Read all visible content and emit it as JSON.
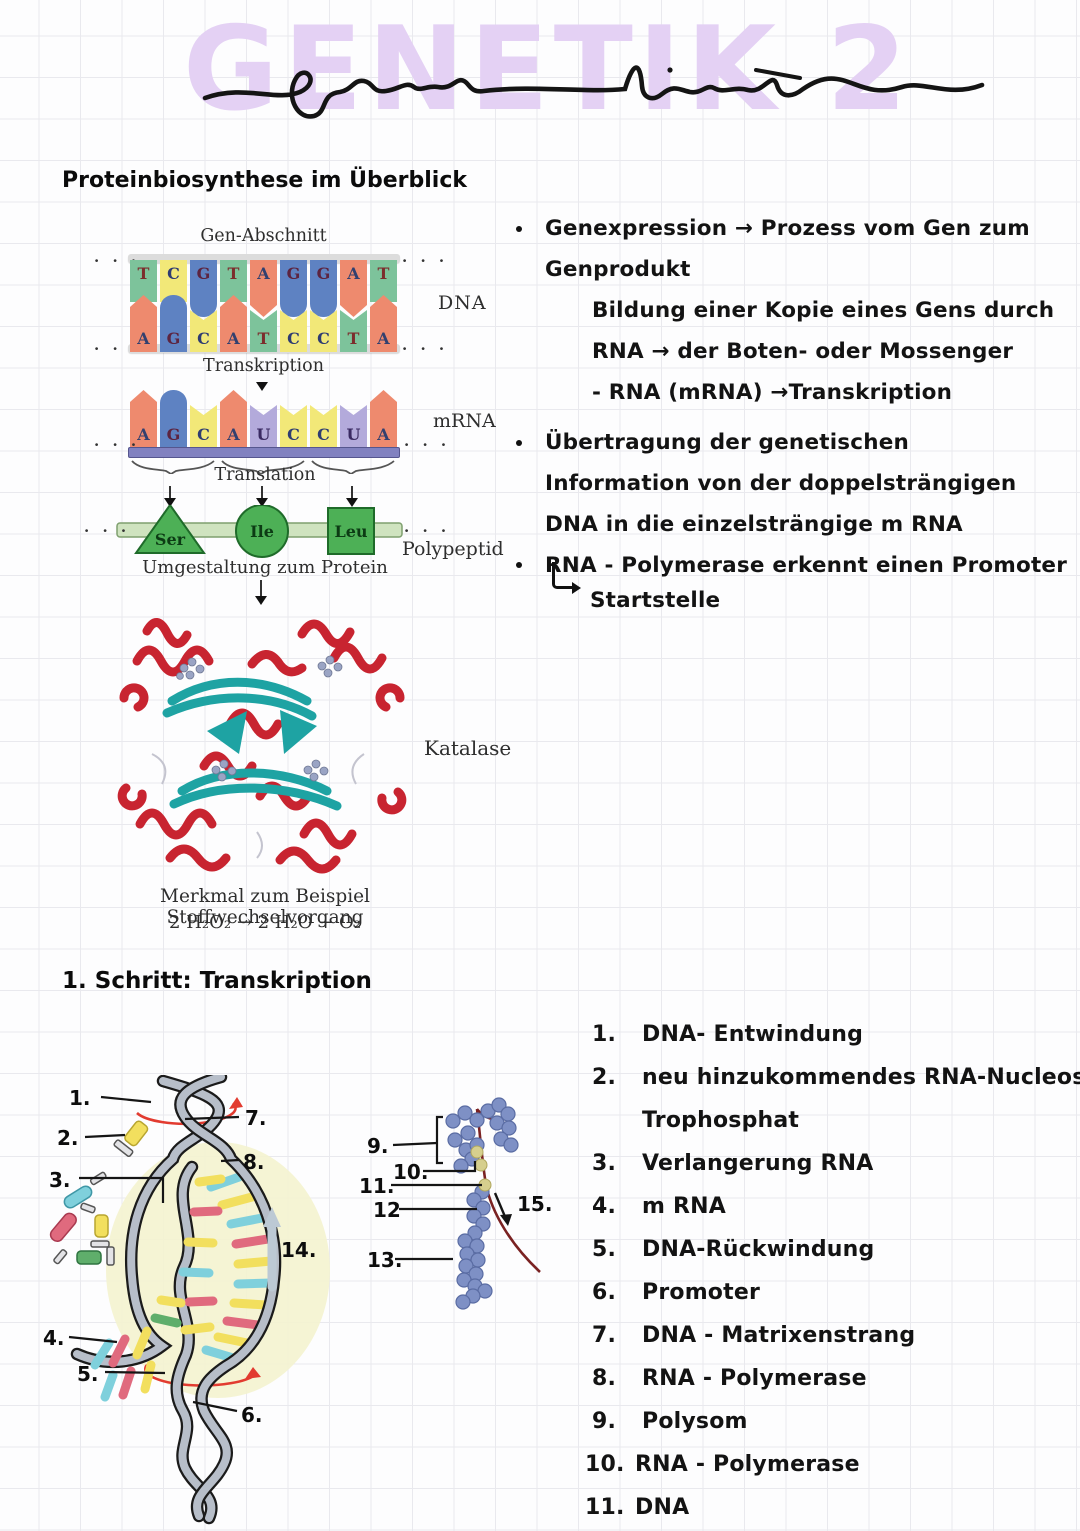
{
  "colors": {
    "A": "#ee8a6e",
    "T": "#7dc39b",
    "C": "#f2e878",
    "G": "#5e82c2",
    "U": "#b3aadb",
    "mrnabar": "#8181c0",
    "polybar": "#cfe3bf",
    "polyshape": "#4db056",
    "ribbon": "#c82430",
    "sheet": "#1ea3a3",
    "title": "#e4d1f4"
  },
  "page": {
    "title_bubble": "GENETIK 2"
  },
  "section1": {
    "heading": "Proteinbiosynthese im Überblick",
    "gen_abschnitt": "Gen-Abschnitt",
    "dna_label": "DNA",
    "transkription_label": "Transkription",
    "mrna_label": "mRNA",
    "translation_label": "Translation",
    "polypeptid_label": "Polypeptid",
    "umgestaltung_label": "Umgestaltung zum Protein",
    "katalase_label": "Katalase",
    "merkmal_line": "Merkmal zum Beispiel Stoffwechselvorgang",
    "equation": "2 H₂O₂  →  2 H₂O + O₂",
    "ellipsis": ". . .",
    "dna_top": [
      "T",
      "C",
      "G",
      "T",
      "A",
      "G",
      "G",
      "A",
      "T"
    ],
    "dna_bottom": [
      "A",
      "G",
      "C",
      "A",
      "T",
      "C",
      "C",
      "T",
      "A"
    ],
    "mrna_seq": [
      "A",
      "G",
      "C",
      "A",
      "U",
      "C",
      "C",
      "U",
      "A"
    ],
    "aminos": [
      "Ser",
      "Ile",
      "Leu"
    ]
  },
  "notes": {
    "lines": [
      {
        "text": "Genexpression → Prozess vom Gen zum"
      },
      {
        "text": "Genprodukt"
      },
      {
        "text": "Bildung einer Kopie eines Gens durch"
      },
      {
        "text": "RNA → der Boten- oder Mossenger"
      },
      {
        "text": "- RNA (mRNA) →Transkription"
      },
      {
        "text": "Übertragung der genetischen"
      },
      {
        "text": "Information von der doppelsträngigen"
      },
      {
        "text": "DNA in die einzelsträngige m RNA"
      },
      {
        "text": "RNA - Polymerase erkennt einen Promoter"
      },
      {
        "text": "Startstelle"
      }
    ]
  },
  "section2": {
    "heading": "1. Schritt: Transkription",
    "callouts": {
      "c1": "1.",
      "c2": "2.",
      "c3": "3.",
      "c4": "4.",
      "c5": "5.",
      "c6": "6.",
      "c7": "7.",
      "c8": "8.",
      "c9": "9.",
      "c10": "10.",
      "c11": "11.",
      "c12": "12",
      "c13": "13.",
      "c14": "14.",
      "c15": "15."
    },
    "legend": [
      {
        "num": "1.",
        "text": "DNA- Entwindung"
      },
      {
        "num": "2.",
        "text": "neu hinzukommendes RNA-Nucleosid",
        "text2": "Trophosphat"
      },
      {
        "num": "3.",
        "text": "Verlangerung RNA"
      },
      {
        "num": "4.",
        "text": "m RNA"
      },
      {
        "num": "5.",
        "text": "DNA-Rückwindung"
      },
      {
        "num": "6.",
        "text": "Promoter"
      },
      {
        "num": "7.",
        "text": "DNA - Matrixenstrang"
      },
      {
        "num": "8.",
        "text": "RNA - Polymerase"
      },
      {
        "num": "9.",
        "text": "Polysom"
      },
      {
        "num": "10.",
        "text": "RNA - Polymerase"
      },
      {
        "num": "11.",
        "text": "DNA"
      }
    ]
  }
}
